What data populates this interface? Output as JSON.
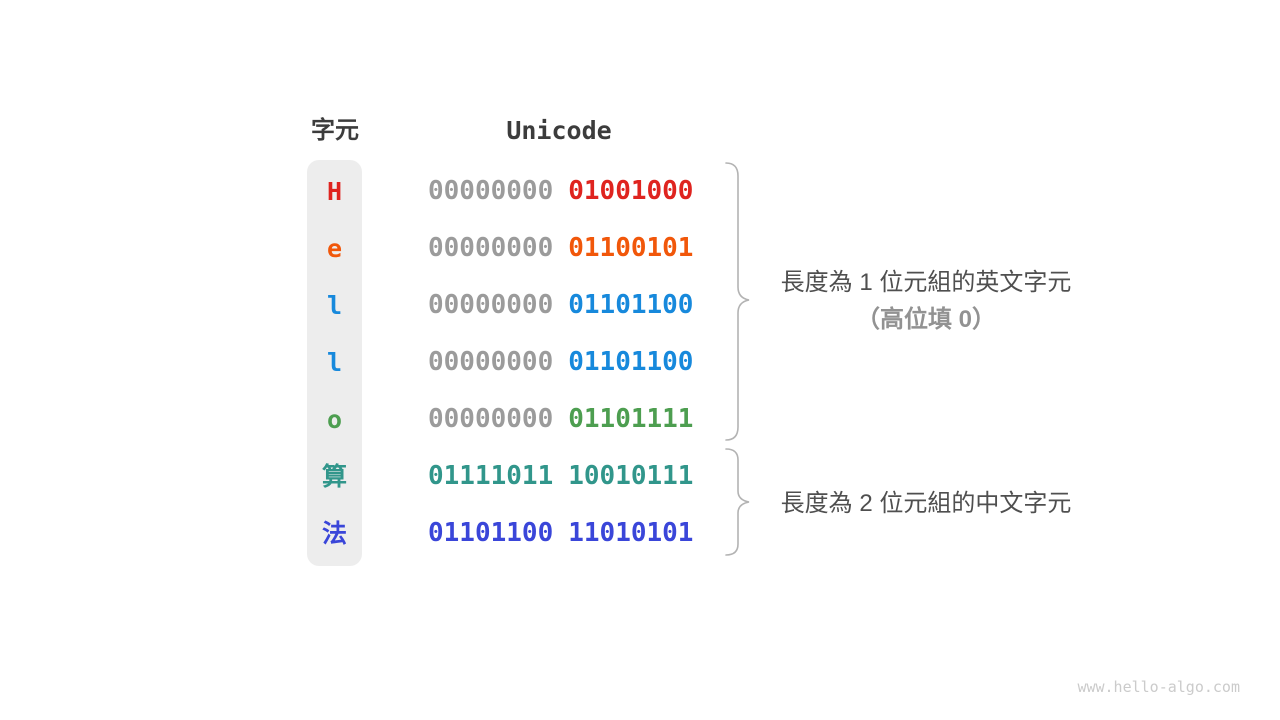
{
  "figure": {
    "char_header": "字元",
    "unicode_header": "Unicode",
    "column_bg_color": "#ededed",
    "gray_bit_color": "#9b9b9b",
    "rows": [
      {
        "char": "H",
        "byte_high": "00000000",
        "byte_low": "01001000",
        "byte_high_color": "#9b9b9b",
        "byte_low_color": "#df241f",
        "char_color": "#df241f"
      },
      {
        "char": "e",
        "byte_high": "00000000",
        "byte_low": "01100101",
        "byte_high_color": "#9b9b9b",
        "byte_low_color": "#f1570a",
        "char_color": "#f1570a"
      },
      {
        "char": "l",
        "byte_high": "00000000",
        "byte_low": "01101100",
        "byte_high_color": "#9b9b9b",
        "byte_low_color": "#1789dc",
        "char_color": "#1789dc"
      },
      {
        "char": "l",
        "byte_high": "00000000",
        "byte_low": "01101100",
        "byte_high_color": "#9b9b9b",
        "byte_low_color": "#1789dc",
        "char_color": "#1789dc"
      },
      {
        "char": "o",
        "byte_high": "00000000",
        "byte_low": "01101111",
        "byte_high_color": "#9b9b9b",
        "byte_low_color": "#4d9e50",
        "char_color": "#4d9e50"
      },
      {
        "char": "算",
        "byte_high": "01111011",
        "byte_low": "10010111",
        "byte_high_color": "#31968b",
        "byte_low_color": "#31968b",
        "char_color": "#31968b"
      },
      {
        "char": "法",
        "byte_high": "01101100",
        "byte_low": "11010101",
        "byte_high_color": "#3a46d9",
        "byte_low_color": "#3a46d9",
        "char_color": "#3a46d9"
      }
    ]
  },
  "annotations": {
    "english_group": {
      "line1": "長度為 1 位元組的英文字元",
      "line2": "（高位填 0）"
    },
    "chinese_group": {
      "line1": "長度為 2 位元組的中文字元"
    }
  },
  "watermark": "www.hello-algo.com",
  "brace_color": "#b3b3b3"
}
